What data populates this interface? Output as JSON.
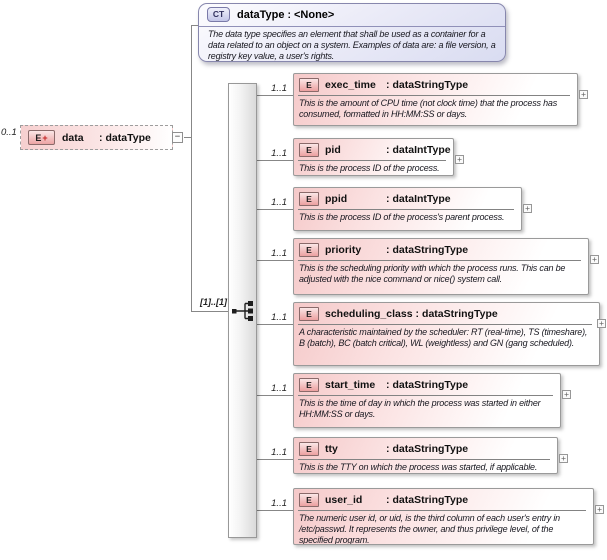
{
  "glyphs": {
    "element_badge": "E",
    "element_badge_plus": "+",
    "complex_type_badge": "CT",
    "expand": "+",
    "collapse": "−"
  },
  "separator": ":",
  "complex_type": {
    "name": "dataType",
    "type": "<None>",
    "annotation": "The data type specifies an element that shall be used as a container for a data related to an object on a system. Examples of data are: a file version, a registry key value, a user's rights."
  },
  "root_element": {
    "cardinality": "0..1",
    "name": "data",
    "type": "dataType"
  },
  "compositor": {
    "occurrence": "[1]..[1]"
  },
  "children": [
    {
      "cardinality": "1..1",
      "name": "exec_time",
      "type": "dataStringType",
      "annotation": "This is the amount of CPU time (not clock time) that the process has consumed, formatted in HH:MM:SS or days."
    },
    {
      "cardinality": "1..1",
      "name": "pid",
      "type": "dataIntType",
      "annotation": "This is the process ID of the process."
    },
    {
      "cardinality": "1..1",
      "name": "ppid",
      "type": "dataIntType",
      "annotation": "This is the process ID of the process's parent process."
    },
    {
      "cardinality": "1..1",
      "name": "priority",
      "type": "dataStringType",
      "annotation": "This is the scheduling priority with which the process runs.  This can be adjusted with the nice command or nice() system call."
    },
    {
      "cardinality": "1..1",
      "name": "scheduling_class",
      "type": "dataStringType",
      "annotation": "A characteristic maintained by the scheduler: RT (real-time), TS (timeshare), B (batch), BC (batch critical), WL (weightless) and GN (gang scheduled)."
    },
    {
      "cardinality": "1..1",
      "name": "start_time",
      "type": "dataStringType",
      "annotation": "This is the time of day in which the process was started in either HH:MM:SS or days."
    },
    {
      "cardinality": "1..1",
      "name": "tty",
      "type": "dataStringType",
      "annotation": "This is the TTY on which the process was started, if applicable."
    },
    {
      "cardinality": "1..1",
      "name": "user_id",
      "type": "dataStringType",
      "annotation": "The numeric user id, or uid, is the third column of each user's entry in /etc/passwd.  It represents the owner, and thus privilege level, of the specified program."
    }
  ],
  "colors": {
    "element_fill": "#f5c9c9",
    "complex_type_fill": "#dcdff2",
    "connector": "#878787"
  }
}
